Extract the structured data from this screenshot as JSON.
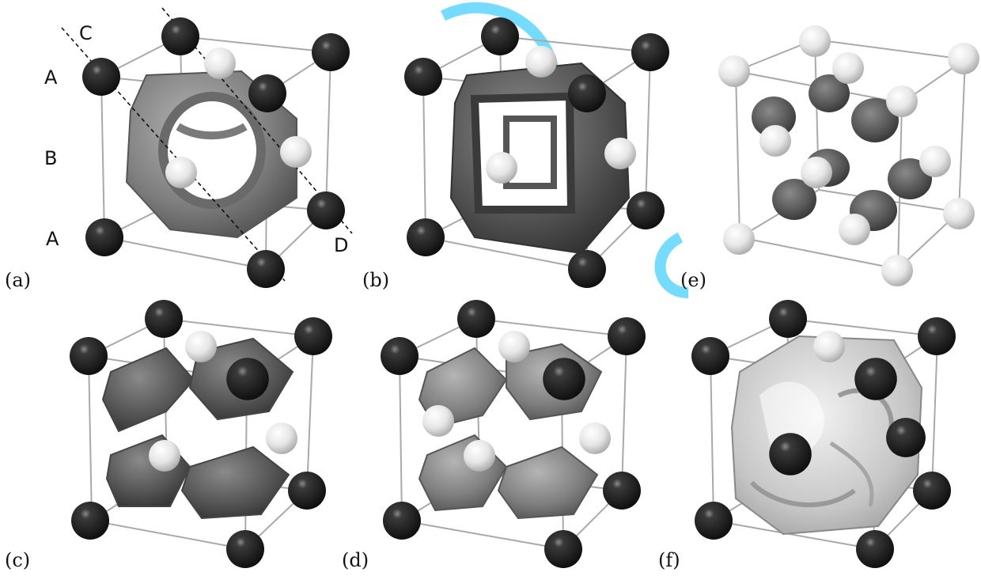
{
  "panels": {
    "a": {
      "label": "(a)"
    },
    "b": {
      "label": "(b)"
    },
    "c": {
      "label": "(c)"
    },
    "d": {
      "label": "(d)"
    },
    "e": {
      "label": "(e)"
    },
    "f": {
      "label": "(f)"
    }
  },
  "annotations": {
    "layer_a_top": "A",
    "layer_b": "B",
    "layer_a_bottom": "A",
    "plane_c": "C",
    "plane_d": "D"
  },
  "colors": {
    "dark_atom": "#2b2b2b",
    "light_atom": "#e8e8e8",
    "surface_gray": "#8a8a8a",
    "surface_dark": "#5e5e5e",
    "surface_silver": "#c9c9c9",
    "cell_edge": "#a9a9a9",
    "watermark": "#66d8ff"
  }
}
